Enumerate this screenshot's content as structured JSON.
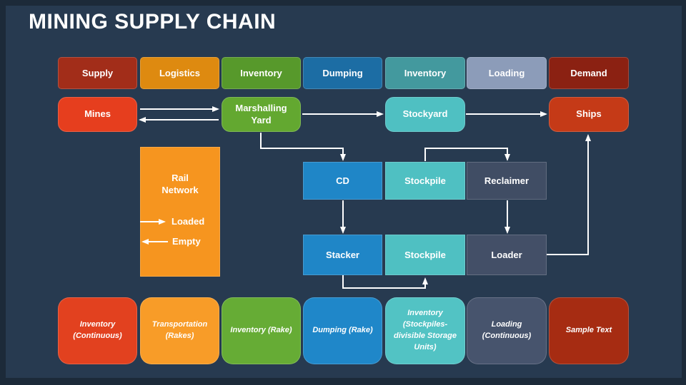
{
  "title": "MINING SUPPLY CHAIN",
  "colors": {
    "frame_bg": "#1C2A39",
    "slide_bg": "#273A50",
    "arrow": "#FFFFFF"
  },
  "rail_legend": {
    "loaded_label": "Loaded",
    "empty_label": "Empty"
  },
  "nodes": {
    "supply": {
      "label": "Supply",
      "color": "#A22D19"
    },
    "logistics": {
      "label": "Logistics",
      "color": "#DE8A10"
    },
    "inventory_rail": {
      "label": "Inventory",
      "color": "#57992B"
    },
    "dumping": {
      "label": "Dumping",
      "color": "#1C6DA4"
    },
    "inventory_stockyard": {
      "label": "Inventory",
      "color": "#43999E"
    },
    "loading": {
      "label": "Loading",
      "color": "#8C9CB9"
    },
    "demand": {
      "label": "Demand",
      "color": "#8B2112"
    },
    "mines": {
      "label": "Mines",
      "color": "#E63E1E"
    },
    "marshalling_yard": {
      "label": "Marshalling Yard",
      "color": "#63A830"
    },
    "stockyard": {
      "label": "Stockyard",
      "color": "#4FC0C2"
    },
    "ships": {
      "label": "Ships",
      "color": "#C53A17"
    },
    "rail_network": {
      "label": "Rail Network",
      "color": "#F6951F"
    },
    "cd": {
      "label": "CD",
      "color": "#1F86C7"
    },
    "stockpile_upper": {
      "label": "Stockpile",
      "color": "#4FC0C2"
    },
    "reclaimer": {
      "label": "Reclaimer",
      "color": "#404D64"
    },
    "stacker": {
      "label": "Stacker",
      "color": "#1F86C7"
    },
    "stockpile_lower": {
      "label": "Stockpile",
      "color": "#4FC0C2"
    },
    "loader": {
      "label": "Loader",
      "color": "#434F67"
    },
    "inventory_continuous": {
      "label": "Inventory (Continuous)",
      "color": "#E2411F"
    },
    "transportation_rakes": {
      "label": "Transportation (Rakes)",
      "color": "#F89C28"
    },
    "inventory_rake": {
      "label": "Inventory (Rake)",
      "color": "#66AC35"
    },
    "dumping_rake": {
      "label": "Dumping (Rake)",
      "color": "#1F87C9"
    },
    "inventory_stockpiles": {
      "label": "Inventory (Stockpiles-divisible Storage Units)",
      "color": "#52C3C4"
    },
    "loading_continuous": {
      "label": "Loading (Continuous)",
      "color": "#47546D"
    },
    "sample_text": {
      "label": "Sample Text",
      "color": "#A62C12"
    }
  }
}
